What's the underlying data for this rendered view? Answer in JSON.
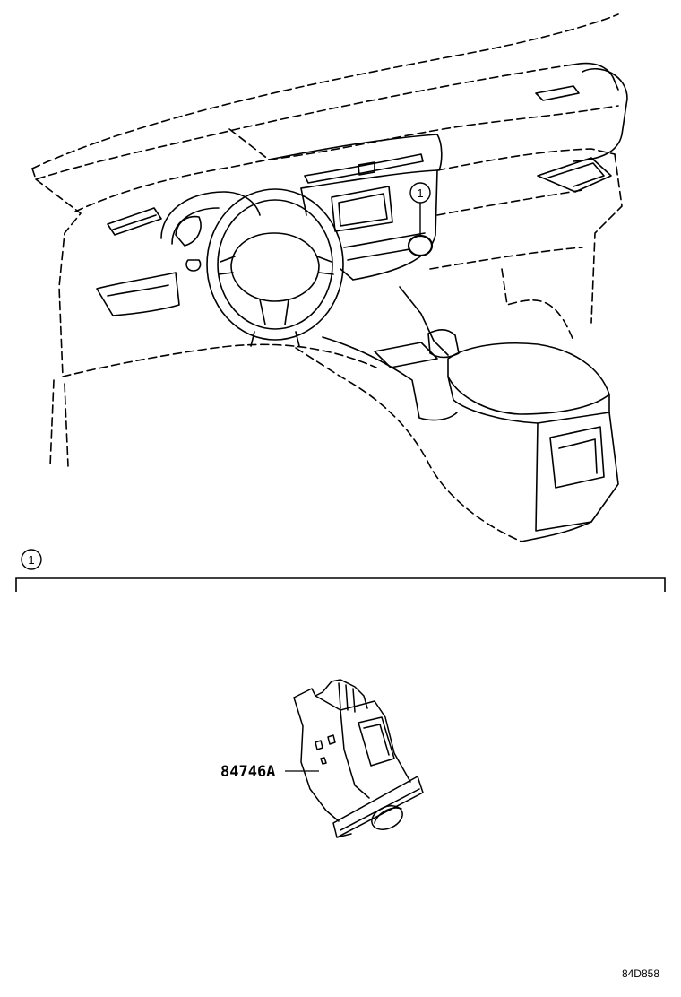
{
  "callout": {
    "number": "1"
  },
  "section": {
    "number": "1"
  },
  "part": {
    "number": "84746A"
  },
  "diagram": {
    "code": "84D858"
  },
  "colors": {
    "line": "#000000",
    "background": "#ffffff"
  }
}
